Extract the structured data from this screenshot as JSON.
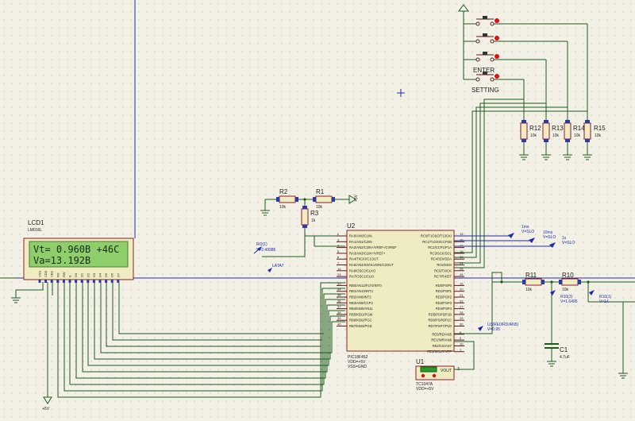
{
  "lcd": {
    "ref": "LCD1",
    "model": "LM016L",
    "line1": "Vt= 0.960B  +46C",
    "line2": "Va=13.192B",
    "pins": [
      "VSS",
      "VDD",
      "VEE",
      "RS",
      "RW",
      "E",
      "D0",
      "D1",
      "D2",
      "D3",
      "D4",
      "D5",
      "D6",
      "D7"
    ],
    "supply_label": "+5V"
  },
  "buttons": {
    "enter_label": "ENTER",
    "setting_label": "SETTING"
  },
  "resistors": {
    "R12": {
      "ref": "R12",
      "value": "10k"
    },
    "R13": {
      "ref": "R13",
      "value": "10k"
    },
    "R14": {
      "ref": "R14",
      "value": "10k"
    },
    "R15": {
      "ref": "R15",
      "value": "10k"
    },
    "R1": {
      "ref": "R1",
      "value": "10k"
    },
    "R2": {
      "ref": "R2",
      "value": "10k"
    },
    "R3": {
      "ref": "R3",
      "value": "1k"
    },
    "R10": {
      "ref": "R10",
      "value": "10k"
    },
    "R11": {
      "ref": "R11",
      "value": "10k"
    }
  },
  "supply_r1": "+5V",
  "probes": {
    "ra0": {
      "name": "RO(1)",
      "value": "V=2.49985"
    },
    "lata": {
      "name": "LATA7"
    },
    "p1ms": {
      "name": "1ms",
      "value": "V=SLO"
    },
    "p10ms": {
      "name": "10ms",
      "value": "V=SLO"
    },
    "p1s": {
      "name": "1s",
      "value": "V=SLO"
    },
    "r10_2": {
      "name": "R10(2)",
      "value": "V=1.6495"
    },
    "r10_1": {
      "name": "R10(1)",
      "value": "V=14"
    },
    "u3": {
      "name": "U3(RE0/RD/AN5)",
      "value": "V=0.95"
    }
  },
  "mcu": {
    "ref": "U2",
    "part": "PIC18F452",
    "vdd": "VDD=+5V",
    "vss": "VSS=GND",
    "left_pins": [
      {
        "num": "2",
        "name": "RA0/AN0/C1IN-"
      },
      {
        "num": "3",
        "name": "RA1/AN1/C2IN-"
      },
      {
        "num": "4",
        "name": "RA2/AN2/C2IN+/VREF-/CVREF"
      },
      {
        "num": "5",
        "name": "RA3/AN3/C1IN+/VREF+"
      },
      {
        "num": "6",
        "name": "RA4/T0CKI/C1OUT"
      },
      {
        "num": "7",
        "name": "RA5/AN4/SS/HLVDIN/C2OUT"
      },
      {
        "num": "14",
        "name": "RA6/OSC2/CLKO"
      },
      {
        "num": "13",
        "name": "RA7/OSC1/CLKI"
      },
      {
        "num": "33",
        "name": "RB0/AN12/FLT0/INT0"
      },
      {
        "num": "34",
        "name": "RB1/AN10/INT1"
      },
      {
        "num": "35",
        "name": "RB2/AN8/INT2"
      },
      {
        "num": "36",
        "name": "RB3/AN9/CCP2"
      },
      {
        "num": "37",
        "name": "RB4/KBI0/AN11"
      },
      {
        "num": "38",
        "name": "RB5/KBI1/PGM"
      },
      {
        "num": "39",
        "name": "RB6/KBI2/PGC"
      },
      {
        "num": "40",
        "name": "RB7/KBI3/PGD"
      }
    ],
    "right_pins": [
      {
        "num": "15",
        "name": "RC0/T1OSO/T13CKI"
      },
      {
        "num": "16",
        "name": "RC1/T1OSI/CCP2B"
      },
      {
        "num": "17",
        "name": "RC2/CCP1/P1A"
      },
      {
        "num": "18",
        "name": "RC3/SCK/SCL"
      },
      {
        "num": "23",
        "name": "RC4/SDI/SDA"
      },
      {
        "num": "24",
        "name": "RC5/SDO"
      },
      {
        "num": "25",
        "name": "RC6/TX/CK"
      },
      {
        "num": "26",
        "name": "RC7/RX/DT"
      },
      {
        "num": "19",
        "name": "RD0/PSP0"
      },
      {
        "num": "20",
        "name": "RD1/PSP1"
      },
      {
        "num": "21",
        "name": "RD2/PSP2"
      },
      {
        "num": "22",
        "name": "RD3/PSP3"
      },
      {
        "num": "27",
        "name": "RD4/PSP4"
      },
      {
        "num": "28",
        "name": "RD5/PSP5/P1B"
      },
      {
        "num": "29",
        "name": "RD6/PSP6/P1C"
      },
      {
        "num": "30",
        "name": "RD7/PSP7/P1D"
      },
      {
        "num": "8",
        "name": "RE0/RD/AN5"
      },
      {
        "num": "9",
        "name": "RE1/WR/AN6"
      },
      {
        "num": "10",
        "name": "RE2/CS/AN7"
      },
      {
        "num": "1",
        "name": "RE3/MCLR/VPP"
      }
    ]
  },
  "u1": {
    "ref": "U1",
    "part": "TC1047A",
    "vdd": "VDD=+5V",
    "pin_vout": "VOUT",
    "pin_num": "3"
  },
  "c1": {
    "ref": "C1",
    "value": "4.7uF"
  }
}
